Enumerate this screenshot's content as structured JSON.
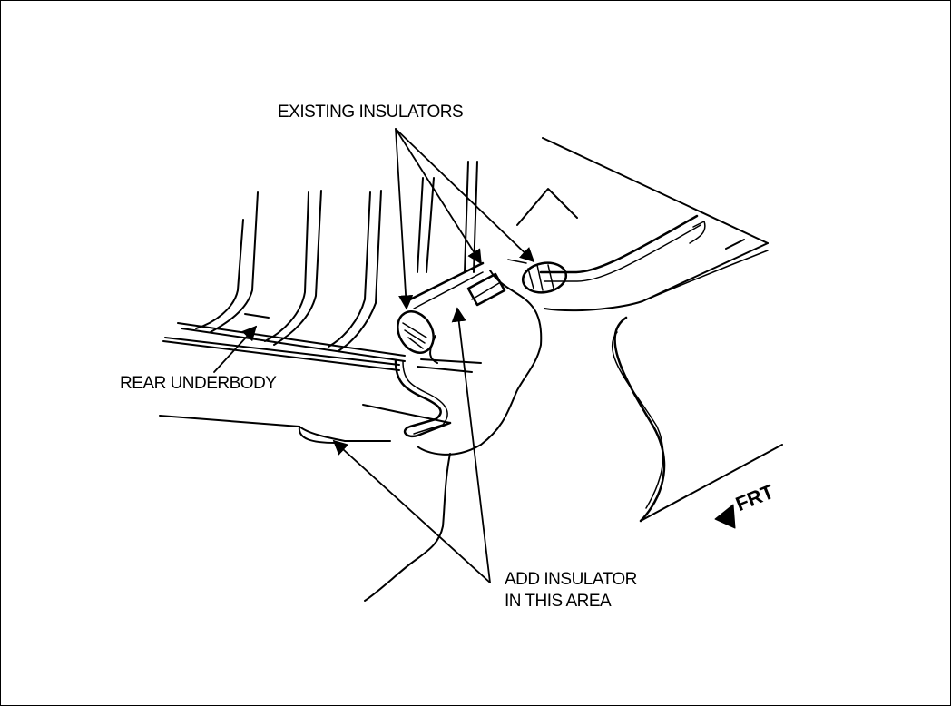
{
  "labels": {
    "existing_insulators": "EXISTING INSULATORS",
    "rear_underbody": "REAR UNDERBODY",
    "add_insulator_line1": "ADD INSULATOR",
    "add_insulator_line2": "IN THIS AREA",
    "front_direction": "FRT"
  },
  "colors": {
    "ink": "#000000",
    "paper": "#ffffff"
  }
}
